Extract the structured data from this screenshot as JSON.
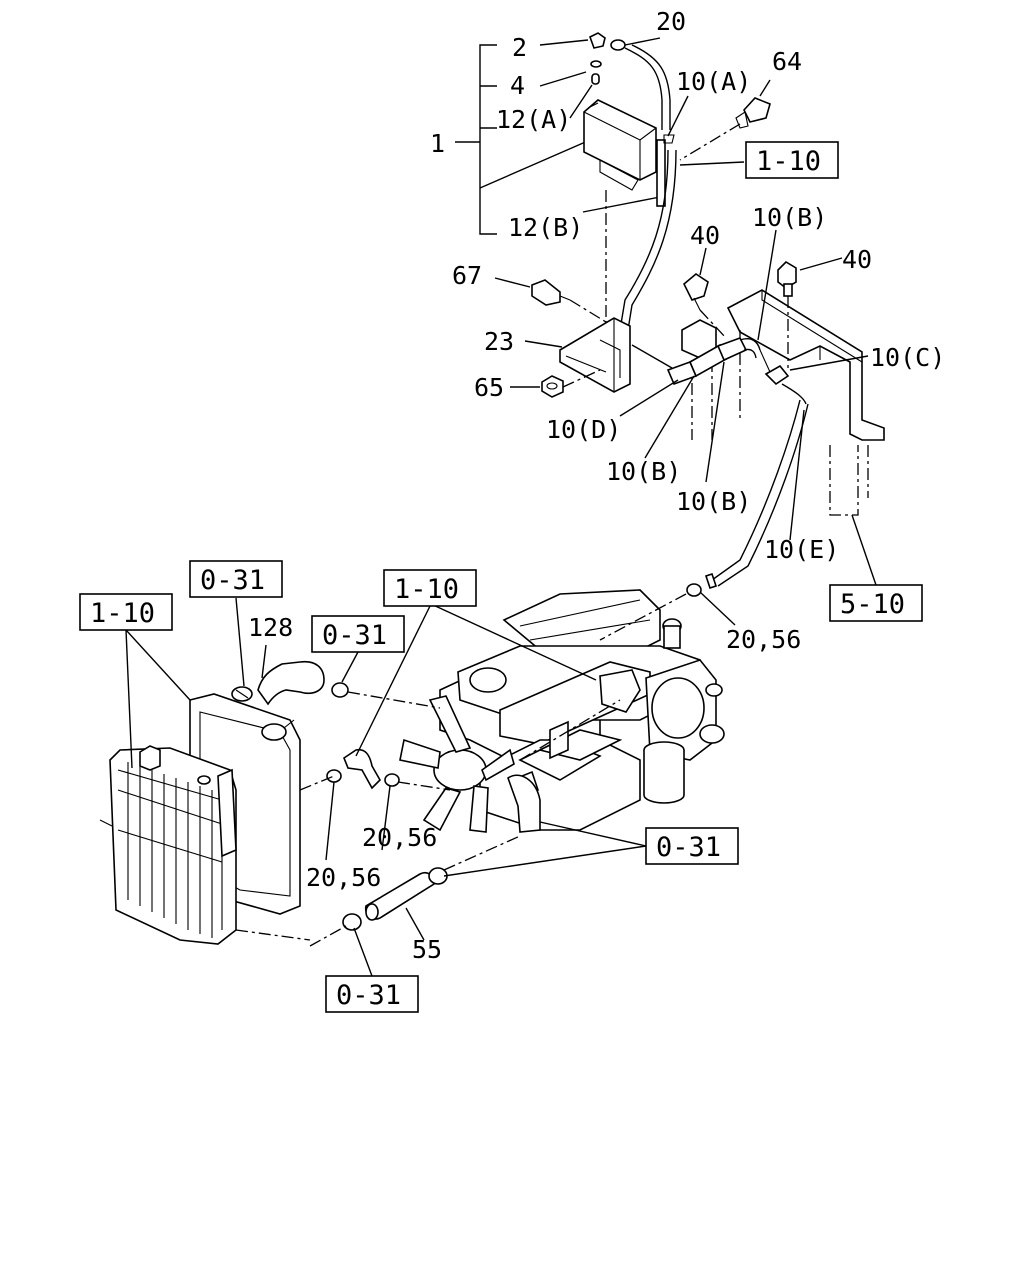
{
  "labels": {
    "l_2": "2",
    "l_20_top": "20",
    "l_4": "4",
    "l_10A": "10(A)",
    "l_64": "64",
    "l_12A": "12(A)",
    "l_1": "1",
    "l_12B": "12(B)",
    "l_10B_top": "10(B)",
    "l_40_left": "40",
    "l_40_right": "40",
    "l_67": "67",
    "l_23": "23",
    "l_10C": "10(C)",
    "l_65": "65",
    "l_10D": "10(D)",
    "l_10B_mid": "10(B)",
    "l_10B_low": "10(B)",
    "l_10E": "10(E)",
    "l_128": "128",
    "l_2056_right": "20,56",
    "l_2056_mid": "20,56",
    "l_2056_left": "20,56",
    "l_55": "55"
  },
  "refs": {
    "r_110_top": "1-10",
    "r_510": "5-10",
    "r_031_a": "0-31",
    "r_031_b": "0-31",
    "r_110_mid": "1-10",
    "r_110_left": "1-10",
    "r_031_c": "0-31",
    "r_031_d": "0-31"
  }
}
